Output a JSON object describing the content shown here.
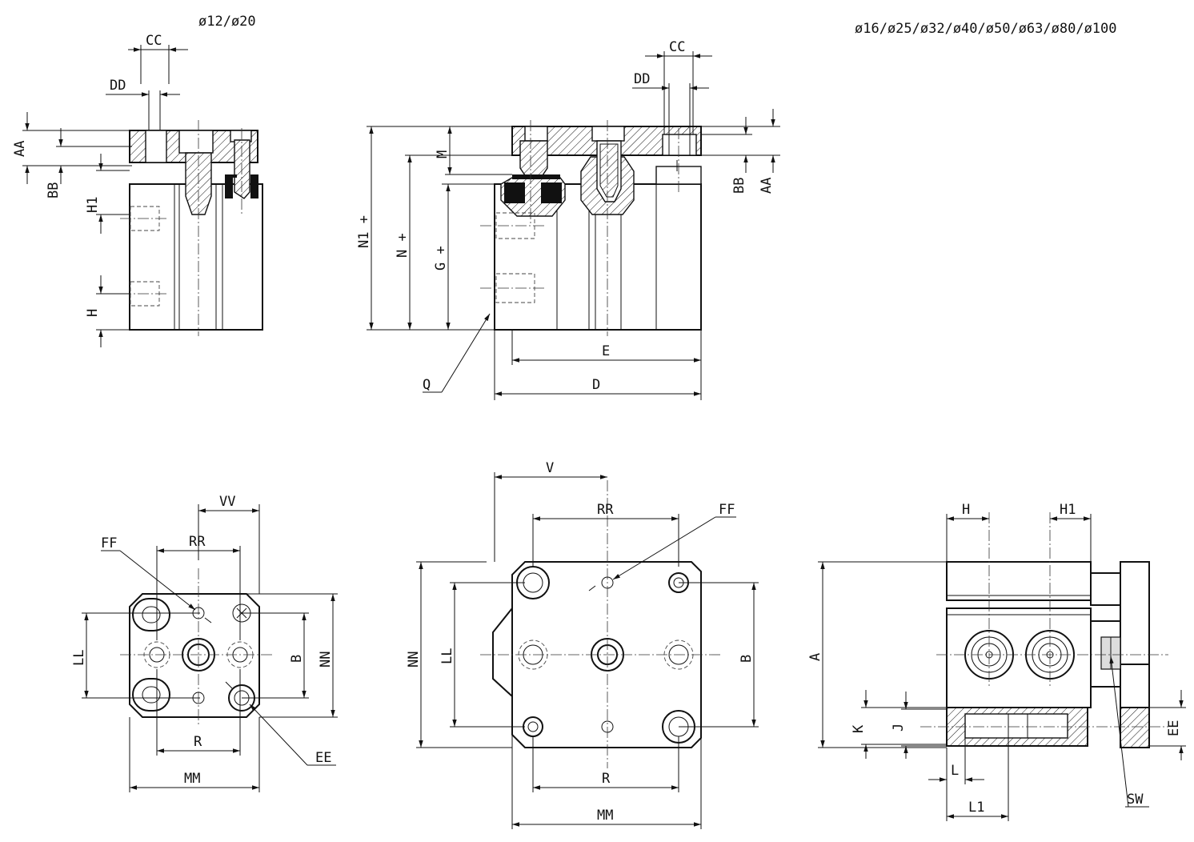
{
  "titles": {
    "small_bores": "ø12/ø20",
    "large_bores": "ø16/ø25/ø32/ø40/ø50/ø63/ø80/ø100"
  },
  "labels": {
    "cc": "CC",
    "dd": "DD",
    "aa": "AA",
    "bb": "BB",
    "h1": "H1",
    "h": "H",
    "n1": "N1 +",
    "n": "N +",
    "g": "G +",
    "m": "M",
    "q": "Q",
    "e": "E",
    "d": "D",
    "v": "V",
    "vv": "VV",
    "rr": "RR",
    "ff": "FF",
    "ll": "LL",
    "b": "B",
    "nn": "NN",
    "r": "R",
    "mm": "MM",
    "ee": "EE",
    "a": "A",
    "k": "K",
    "j": "J",
    "l": "L",
    "l1": "L1",
    "sw": "SW"
  }
}
